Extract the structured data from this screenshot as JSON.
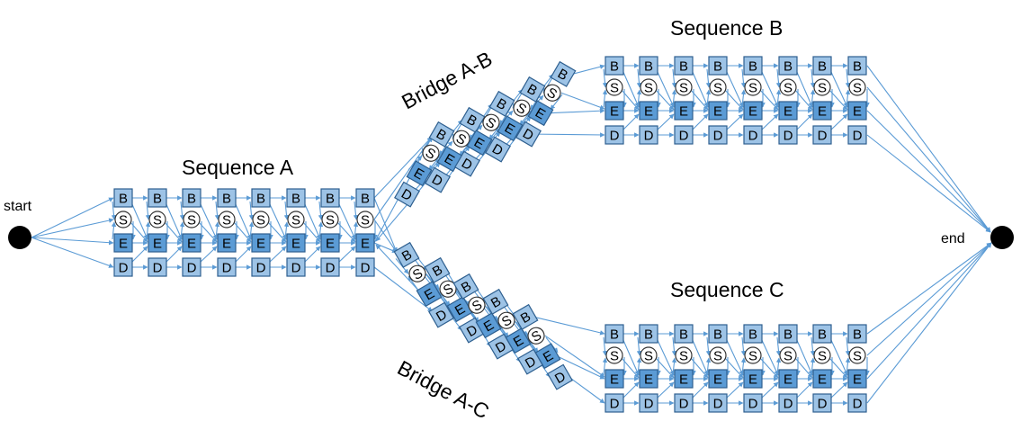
{
  "diagram": {
    "labels": {
      "start": "start",
      "end": "end",
      "sequence_a": "Sequence A",
      "sequence_b": "Sequence B",
      "sequence_c": "Sequence C",
      "bridge_ab": "Bridge A-B",
      "bridge_ac": "Bridge A-C"
    },
    "state_letters": [
      "B",
      "S",
      "E",
      "D"
    ],
    "sequence_a_columns": 8,
    "sequence_b_columns": 8,
    "sequence_c_columns": 8,
    "bridge_ab_columns": 5,
    "bridge_ac_columns": 5,
    "colors": {
      "box_light": "#9dc3e6",
      "box_dark": "#5b9bd5",
      "box_border": "#2e5f8f",
      "edge": "#5b9bd5",
      "terminal": "#000000"
    }
  }
}
